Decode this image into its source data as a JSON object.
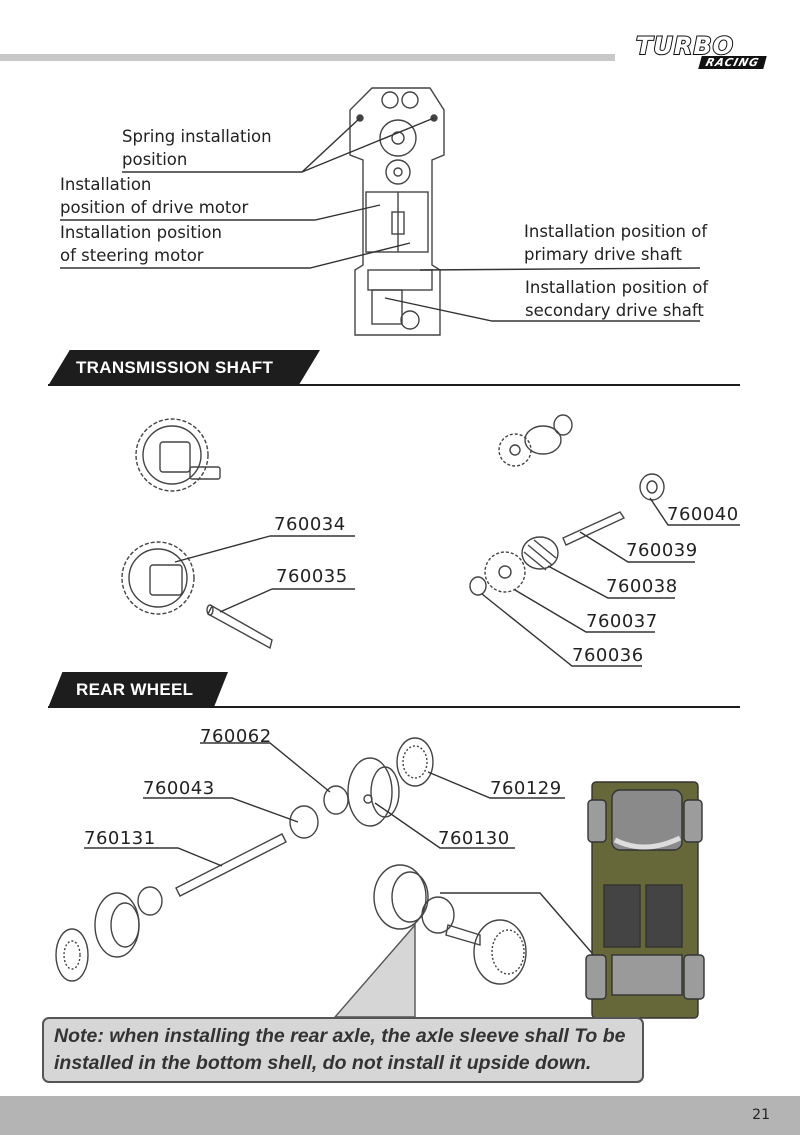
{
  "brand": {
    "name": "TURBO",
    "sub": "RACING"
  },
  "top_labels": {
    "spring": "Spring installation\nposition",
    "drive_motor": "Installation\nposition of drive motor",
    "steering_motor": "Installation position\nof steering motor",
    "primary_shaft": "Installation position of\nprimary drive shaft",
    "secondary_shaft": "Installation position of\nsecondary drive shaft"
  },
  "sections": {
    "transmission": "TRANSMISSION SHAFT",
    "rear_wheel": "REAR WHEEL"
  },
  "parts": {
    "p760034": "760034",
    "p760035": "760035",
    "p760040": "760040",
    "p760039": "760039",
    "p760038": "760038",
    "p760037": "760037",
    "p760036": "760036",
    "p760062": "760062",
    "p760043": "760043",
    "p760129": "760129",
    "p760131": "760131",
    "p760130": "760130"
  },
  "note": "Note: when installing the rear axle, the axle sleeve shall To be installed in the bottom shell, do not install it upside down.",
  "page_number": "21"
}
